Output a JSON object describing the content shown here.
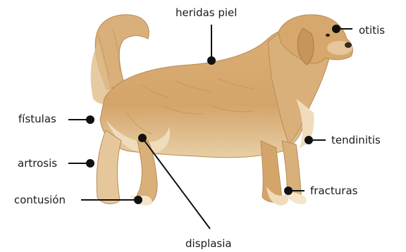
{
  "colors": {
    "fur_main": "#d9b07a",
    "fur_light": "#f0dcbb",
    "fur_dark": "#b88b55",
    "line": "#111111"
  },
  "illustration": "golden-retriever-side-view",
  "labels": {
    "heridas_piel": "heridas piel",
    "otitis": "otitis",
    "fistulas": "fístulas",
    "tendinitis": "tendinitis",
    "artrosis": "artrosis",
    "fracturas": "fracturas",
    "contusion": "contusión",
    "displasia": "displasia"
  }
}
